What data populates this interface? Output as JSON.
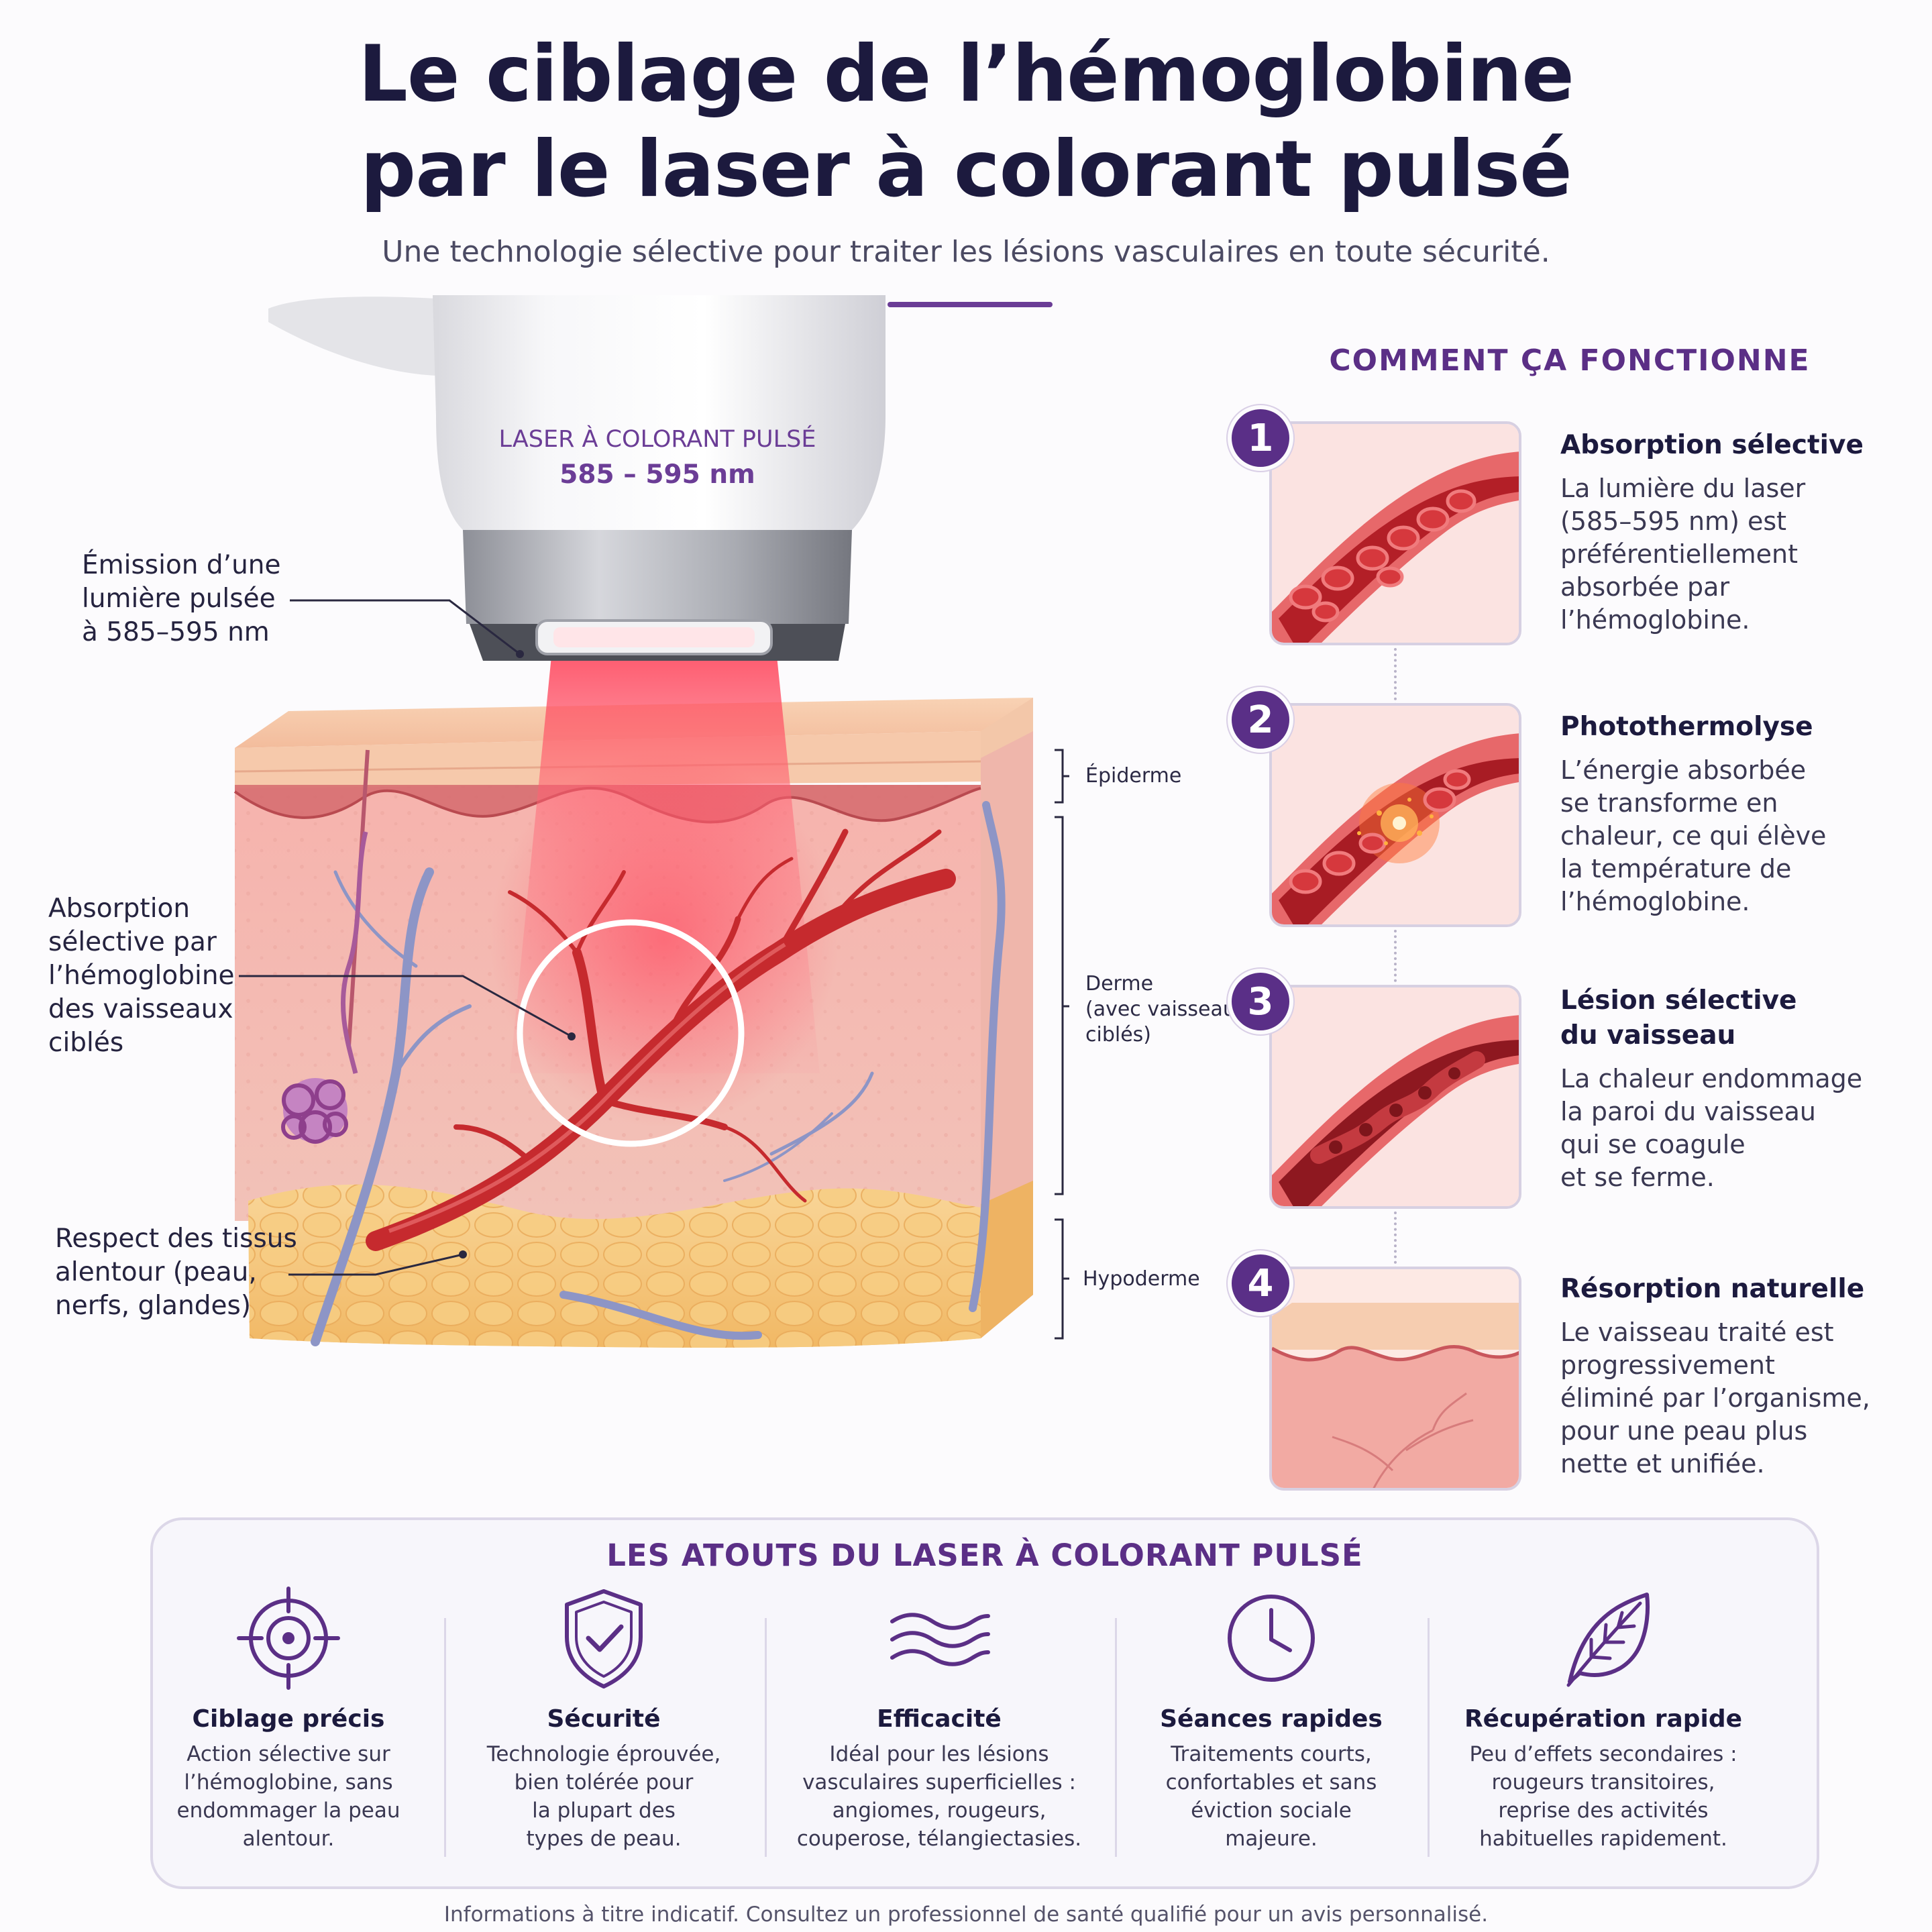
{
  "header": {
    "title_line1": "Le ciblage de l’hémoglobine",
    "title_line2": "par le laser à colorant pulsé",
    "subtitle": "Une technologie sélective pour traiter les lésions vasculaires en toute sécurité."
  },
  "device": {
    "label_line1": "LASER À COLORANT PULSÉ",
    "label_line2": "585 – 595 nm"
  },
  "callouts": {
    "emission": [
      "Émission d’une",
      "lumière pulsée",
      "à 585–595 nm"
    ],
    "absorption": [
      "Absorption",
      "sélective par",
      "l’hémoglobine",
      "des vaisseaux",
      "ciblés"
    ],
    "respect": [
      "Respect des tissus",
      "alentour (peau,",
      "nerfs, glandes)"
    ]
  },
  "layers": {
    "epidermis": "Épiderme",
    "dermis": [
      "Derme",
      "(avec vaisseaux",
      "ciblés)"
    ],
    "hypodermis": "Hypoderme"
  },
  "steps": {
    "heading": "COMMENT ÇA FONCTIONNE",
    "items": [
      {
        "num": "1",
        "title": [
          "Absorption sélective"
        ],
        "text": [
          "La lumière du laser",
          "(585–595 nm) est",
          "préférentiellement",
          "absorbée par",
          "l’hémoglobine."
        ]
      },
      {
        "num": "2",
        "title": [
          "Photothermolyse"
        ],
        "text": [
          "L’énergie absorbée",
          "se transforme en",
          "chaleur, ce qui élève",
          "la température de",
          "l’hémoglobine."
        ]
      },
      {
        "num": "3",
        "title": [
          "Lésion sélective",
          "du vaisseau"
        ],
        "text": [
          "La chaleur endommage",
          "la paroi du vaisseau",
          "qui se coagule",
          "et se ferme."
        ]
      },
      {
        "num": "4",
        "title": [
          "Résorption naturelle"
        ],
        "text": [
          "Le vaisseau traité est",
          "progressivement",
          "éliminé par l’organisme,",
          "pour une peau plus",
          "nette et unifiée."
        ]
      }
    ]
  },
  "advantages": {
    "heading": "LES ATOUTS DU LASER À COLORANT PULSÉ",
    "items": [
      {
        "icon": "target-icon",
        "title": "Ciblage précis",
        "text": [
          "Action sélective sur",
          "l’hémoglobine, sans",
          "endommager la peau",
          "alentour."
        ]
      },
      {
        "icon": "shield-check-icon",
        "title": "Sécurité",
        "text": [
          "Technologie éprouvée,",
          "bien tolérée pour",
          "la plupart des",
          "types de peau."
        ]
      },
      {
        "icon": "waves-icon",
        "title": "Efficacité",
        "text": [
          "Idéal pour les lésions",
          "vasculaires superficielles :",
          "angiomes, rougeurs,",
          "couperose, télangiectasies."
        ]
      },
      {
        "icon": "clock-icon",
        "title": "Séances rapides",
        "text": [
          "Traitements courts,",
          "confortables et sans",
          "éviction sociale",
          "majeure."
        ]
      },
      {
        "icon": "leaf-icon",
        "title": "Récupération rapide",
        "text": [
          "Peu d’effets secondaires :",
          "rougeurs transitoires,",
          "reprise des activités",
          "habituelles rapidement."
        ]
      }
    ]
  },
  "footer": "Informations à titre indicatif. Consultez un professionnel de santé qualifié pour un avis personnalisé.",
  "colors": {
    "accent_purple": "#5b2f86",
    "title_navy": "#1c1a3e",
    "vessel_red": "#c62a2e",
    "laser_beam": "#ff5a6a",
    "fat_yellow": "#f6c57a"
  }
}
